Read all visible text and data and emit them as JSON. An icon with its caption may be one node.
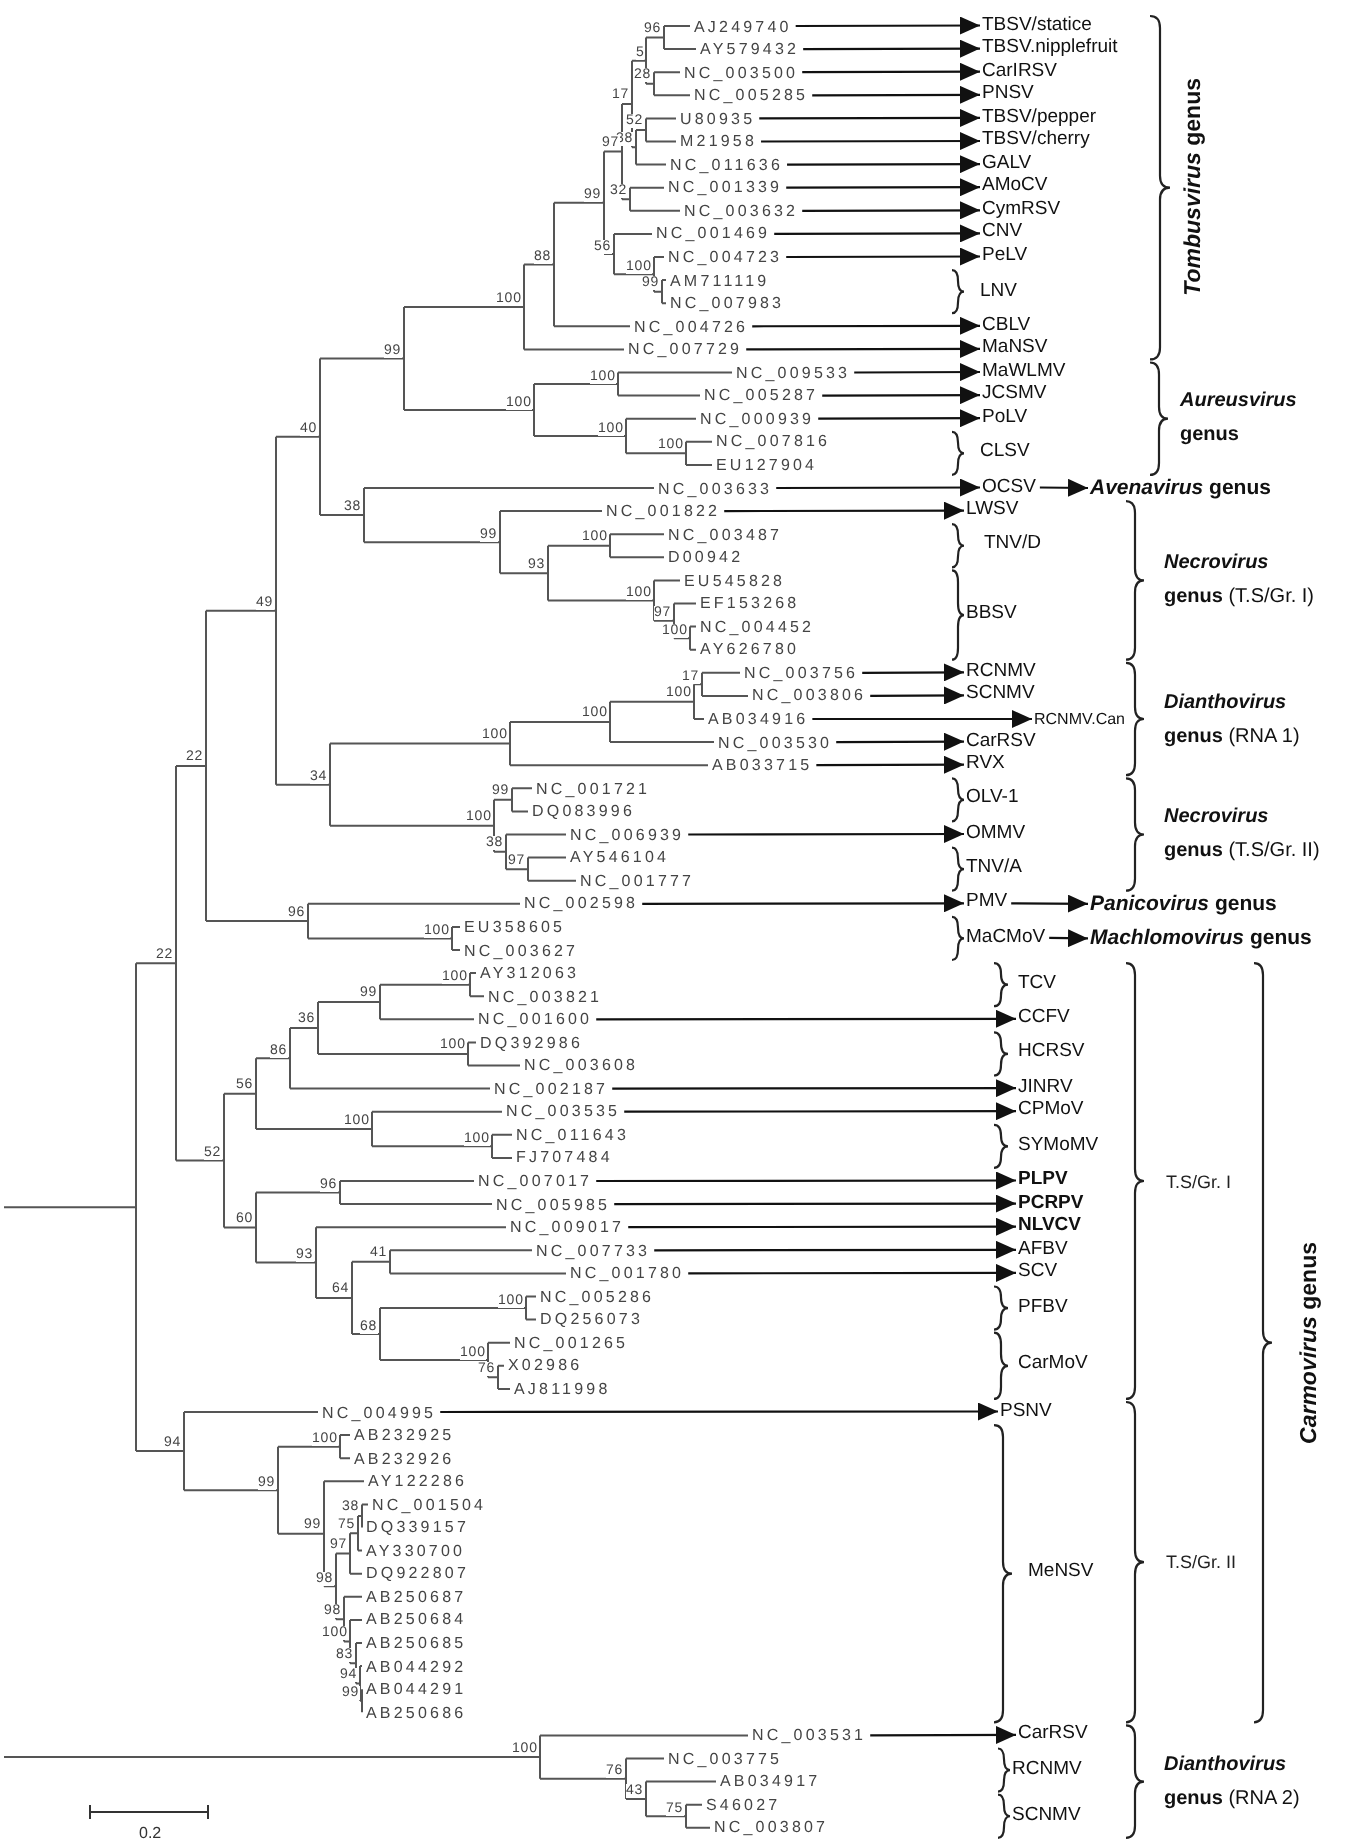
{
  "diagram": {
    "nodes": [
      {
        "text": [
          "AJ249740"
        ]
      },
      {
        "text": [
          "TBSV/statice"
        ]
      },
      {
        "text": [
          "AY579432"
        ]
      },
      {
        "text": [
          "TBSV.nipplefruit"
        ]
      },
      {
        "text": [
          "NC_003500"
        ]
      },
      {
        "text": [
          "CarIRSV"
        ]
      },
      {
        "text": [
          "NC_005285"
        ]
      },
      {
        "text": [
          "PNSV"
        ]
      },
      {
        "text": [
          "U80935"
        ]
      },
      {
        "text": [
          "TBSV/pepper"
        ]
      },
      {
        "text": [
          "M21958"
        ]
      },
      {
        "text": [
          "TBSV/cherry"
        ]
      },
      {
        "text": [
          "NC_011636"
        ]
      },
      {
        "text": [
          "GALV"
        ]
      },
      {
        "text": [
          "NC_001339"
        ]
      },
      {
        "text": [
          "AMoCV"
        ]
      },
      {
        "text": [
          "NC_003632"
        ]
      },
      {
        "text": [
          "CymRSV"
        ]
      },
      {
        "text": [
          "NC_001469"
        ]
      },
      {
        "text": [
          "CNV"
        ]
      },
      {
        "text": [
          "NC_004723"
        ]
      },
      {
        "text": [
          "PeLV"
        ]
      },
      {
        "text": [
          "NC_004726"
        ]
      },
      {
        "text": [
          "CBLV"
        ]
      },
      {
        "text": [
          "NC_007729"
        ]
      },
      {
        "text": [
          "MaNSV"
        ]
      },
      {
        "text": [
          "NC_009533"
        ]
      },
      {
        "text": [
          "MaWLMV"
        ]
      },
      {
        "text": [
          "NC_005287"
        ]
      },
      {
        "text": [
          "JCSMV"
        ]
      },
      {
        "text": [
          "NC_000939"
        ]
      },
      {
        "text": [
          "PoLV"
        ]
      },
      {
        "text": [
          "NC_003633"
        ]
      },
      {
        "text": [
          "OCSV"
        ]
      },
      {
        "text": [
          "*Avenavirus* genus"
        ]
      },
      {
        "text": [
          "NC_001822"
        ]
      },
      {
        "text": [
          "LWSV"
        ]
      },
      {
        "text": [
          "NC_003756"
        ]
      },
      {
        "text": [
          "RCNMV"
        ]
      },
      {
        "text": [
          "NC_003806"
        ]
      },
      {
        "text": [
          "SCNMV"
        ]
      },
      {
        "text": [
          "AB034916"
        ]
      },
      {
        "text": [
          "RCNMV.Can"
        ]
      },
      {
        "text": [
          "NC_003530"
        ]
      },
      {
        "text": [
          "CarRSV"
        ]
      },
      {
        "text": [
          "AB033715"
        ]
      },
      {
        "text": [
          "RVX"
        ]
      },
      {
        "text": [
          "NC_006939"
        ]
      },
      {
        "text": [
          "OMMV"
        ]
      },
      {
        "text": [
          "NC_002598"
        ]
      },
      {
        "text": [
          "PMV"
        ]
      },
      {
        "text": [
          "*Panicovirus* genus"
        ]
      },
      {
        "text": [
          "MaCMoV"
        ]
      },
      {
        "text": [
          "*Machlomovirus* genus"
        ]
      },
      {
        "text": [
          "NC_001600"
        ]
      },
      {
        "text": [
          "CCFV"
        ]
      },
      {
        "text": [
          "NC_002187"
        ]
      },
      {
        "text": [
          "JINRV"
        ]
      },
      {
        "text": [
          "NC_003535"
        ]
      },
      {
        "text": [
          "CPMoV"
        ]
      },
      {
        "text": [
          "NC_007017"
        ]
      },
      {
        "text": [
          "PLPV"
        ]
      },
      {
        "text": [
          "NC_005985"
        ]
      },
      {
        "text": [
          "PCRPV"
        ]
      },
      {
        "text": [
          "NC_009017"
        ]
      },
      {
        "text": [
          "NLVCV"
        ]
      },
      {
        "text": [
          "NC_007733"
        ]
      },
      {
        "text": [
          "AFBV"
        ]
      },
      {
        "text": [
          "NC_001780"
        ]
      },
      {
        "text": [
          "SCV"
        ]
      },
      {
        "text": [
          "NC_004995"
        ]
      },
      {
        "text": [
          "PSNV"
        ]
      },
      {
        "text": [
          "NC_003531"
        ]
      },
      {
        "text": [
          "CarRSV"
        ]
      }
    ],
    "edges": [
      {
        "from": 0,
        "to": 1,
        "arrow": "to"
      },
      {
        "from": 2,
        "to": 3,
        "arrow": "to"
      },
      {
        "from": 4,
        "to": 5,
        "arrow": "to"
      },
      {
        "from": 6,
        "to": 7,
        "arrow": "to"
      },
      {
        "from": 8,
        "to": 9,
        "arrow": "to"
      },
      {
        "from": 10,
        "to": 11,
        "arrow": "to"
      },
      {
        "from": 12,
        "to": 13,
        "arrow": "to"
      },
      {
        "from": 14,
        "to": 15,
        "arrow": "to"
      },
      {
        "from": 16,
        "to": 17,
        "arrow": "to"
      },
      {
        "from": 18,
        "to": 19,
        "arrow": "to"
      },
      {
        "from": 20,
        "to": 21,
        "arrow": "to"
      },
      {
        "from": 22,
        "to": 23,
        "arrow": "to"
      },
      {
        "from": 24,
        "to": 25,
        "arrow": "to"
      },
      {
        "from": 26,
        "to": 27,
        "arrow": "to"
      },
      {
        "from": 28,
        "to": 29,
        "arrow": "to"
      },
      {
        "from": 30,
        "to": 31,
        "arrow": "to"
      },
      {
        "from": 32,
        "to": 33,
        "arrow": "to"
      },
      {
        "from": 33,
        "to": 34,
        "arrow": "to"
      },
      {
        "from": 35,
        "to": 36,
        "arrow": "to"
      },
      {
        "from": 37,
        "to": 38,
        "arrow": "to"
      },
      {
        "from": 39,
        "to": 40,
        "arrow": "to"
      },
      {
        "from": 41,
        "to": 42,
        "arrow": "to"
      },
      {
        "from": 43,
        "to": 44,
        "arrow": "to"
      },
      {
        "from": 45,
        "to": 46,
        "arrow": "to"
      },
      {
        "from": 47,
        "to": 48,
        "arrow": "to"
      },
      {
        "from": 49,
        "to": 50,
        "arrow": "to"
      },
      {
        "from": 50,
        "to": 51,
        "arrow": "to"
      },
      {
        "from": 52,
        "to": 53,
        "arrow": "to"
      },
      {
        "from": 54,
        "to": 55,
        "arrow": "to"
      },
      {
        "from": 56,
        "to": 57,
        "arrow": "to"
      },
      {
        "from": 58,
        "to": 59,
        "arrow": "to"
      },
      {
        "from": 60,
        "to": 61,
        "arrow": "to"
      },
      {
        "from": 62,
        "to": 63,
        "arrow": "to"
      },
      {
        "from": 64,
        "to": 65,
        "arrow": "to"
      },
      {
        "from": 66,
        "to": 67,
        "arrow": "to"
      },
      {
        "from": 68,
        "to": 69,
        "arrow": "to"
      },
      {
        "from": 70,
        "to": 71,
        "arrow": "to"
      },
      {
        "from": 72,
        "to": 73,
        "arrow": "to"
      }
    ],
    "labels": [
      "96",
      "5",
      "28",
      "17",
      "52",
      "38",
      "97",
      "*Tombusvirus* genus",
      "32",
      "99",
      "56",
      "88",
      "100",
      "AM711119",
      "99",
      "100",
      "NC_007983",
      "LNV",
      "99",
      "100",
      "100",
      "*Aureusvirus* genus",
      "40",
      "100",
      "NC_007816",
      "100",
      "CLSV",
      "EU127904",
      "38",
      "99",
      "NC_003487",
      "100",
      "TNV/D",
      "D00942",
      "93",
      "EU545828",
      "*Necrovirus* **genus** (T.S/Gr. I)",
      "100",
      "EF153268",
      "49",
      "BBSV",
      "97",
      "NC_004452",
      "100",
      "AY626780",
      "17",
      "100",
      "*Dianthovirus* **genus** (RNA 1)",
      "100",
      "100",
      "22",
      "34",
      "NC_001721",
      "99",
      "OLV-1",
      "DQ083996",
      "100",
      "*Necrovirus* **genus** (T.S/Gr. II)",
      "38",
      "AY546104",
      "TNV/A",
      "97",
      "NC_001777",
      "96",
      "EU358605",
      "100",
      "NC_003627",
      "22",
      "AY312063",
      "100",
      "TCV",
      "NC_003821",
      "99",
      "36",
      "DQ392986",
      "100",
      "86",
      "HCRSV",
      "NC_003608",
      "56",
      "100",
      "NC_011643",
      "100",
      "SYMoMV",
      "52",
      "FJ707484",
      "T.S/Gr. I",
      "96",
      "60",
      "41",
      "93",
      "64",
      "NC_005286",
      "100",
      "DQ256073",
      "PFBV",
      "68",
      "NC_001265",
      "100",
      "X02986",
      "CarMoV",
      "76",
      "*Carmovirus* genus",
      "AJ811998",
      "AB232925",
      "100",
      "94",
      "AB232926",
      "AY122286",
      "99",
      "NC_001504",
      "38",
      "DQ339157",
      "75",
      "99",
      "97",
      "AY330700",
      "MeNSV",
      "T.S/Gr. II",
      "DQ922807",
      "98",
      "AB250687",
      "98",
      "AB250684",
      "100",
      "AB250685",
      "83",
      "AB044292",
      "94",
      "AB044291",
      "99",
      "AB250686",
      "100",
      "NC_003775",
      "RCNMV",
      "*Dianthovirus* **genus** (RNA 2)",
      "76",
      "AB034917",
      "43",
      "S46027",
      "SCNMV",
      "75",
      "NC_003807",
      "0.2"
    ]
  }
}
